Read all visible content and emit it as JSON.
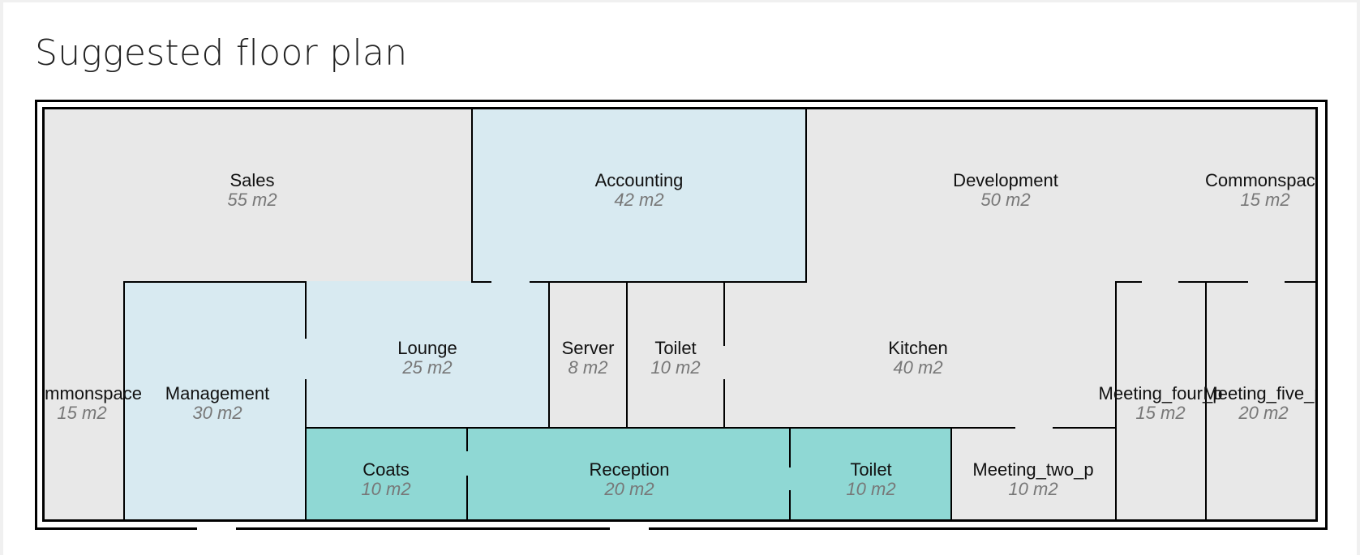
{
  "page": {
    "title": "Suggested floor plan"
  },
  "colors": {
    "default_room": "#e8e8e8",
    "light_blue": "#d8eaf1",
    "teal": "#8fd8d4",
    "wall": "#000000",
    "area_text": "#777777"
  },
  "rooms": {
    "sales": {
      "name": "Sales",
      "area": "55 m2"
    },
    "accounting": {
      "name": "Accounting",
      "area": "42 m2"
    },
    "development": {
      "name": "Development",
      "area": "50 m2"
    },
    "commonspace_top": {
      "name": "Commonspace",
      "area": "15 m2"
    },
    "commonspace_left": {
      "name": "Commonspace",
      "area": "15 m2"
    },
    "management": {
      "name": "Management",
      "area": "30 m2"
    },
    "lounge": {
      "name": "Lounge",
      "area": "25 m2"
    },
    "server": {
      "name": "Server",
      "area": "8 m2"
    },
    "toilet_upper": {
      "name": "Toilet",
      "area": "10 m2"
    },
    "kitchen": {
      "name": "Kitchen",
      "area": "40 m2"
    },
    "meeting_four": {
      "name": "Meeting_four_p",
      "area": "15 m2"
    },
    "meeting_five": {
      "name": "Meeting_five_p",
      "area": "20 m2"
    },
    "coats": {
      "name": "Coats",
      "area": "10 m2"
    },
    "reception": {
      "name": "Reception",
      "area": "20 m2"
    },
    "toilet_lower": {
      "name": "Toilet",
      "area": "10 m2"
    },
    "meeting_two": {
      "name": "Meeting_two_p",
      "area": "10 m2"
    }
  }
}
